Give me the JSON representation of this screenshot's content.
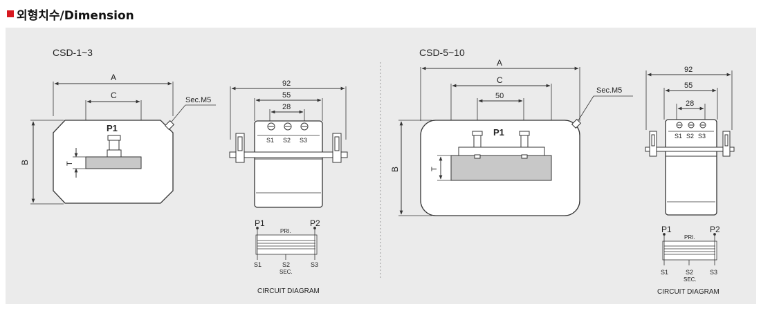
{
  "header": {
    "title": "외형치수/Dimension",
    "accent_color": "#d71920"
  },
  "left": {
    "model": "CSD-1~3",
    "dim_a": "A",
    "dim_b": "B",
    "dim_c": "C",
    "dim_t": "T",
    "terminal": "P1",
    "screw": "Sec.M5",
    "side_w1": "92",
    "side_w2": "55",
    "side_w3": "28",
    "s1": "S1",
    "s2": "S2",
    "s3": "S3",
    "circuit": {
      "p1": "P1",
      "p2": "P2",
      "pri": "PRI.",
      "s1": "S1",
      "s2": "S2",
      "s3": "S3",
      "sec": "SEC.",
      "caption": "CIRCUIT DIAGRAM"
    }
  },
  "right": {
    "model": "CSD-5~10",
    "dim_a": "A",
    "dim_b": "B",
    "dim_c": "C",
    "dim_50": "50",
    "dim_t": "T",
    "terminal": "P1",
    "screw": "Sec.M5",
    "side_w1": "92",
    "side_w2": "55",
    "side_w3": "28",
    "s1": "S1",
    "s2": "S2",
    "s3": "S3",
    "circuit": {
      "p1": "P1",
      "p2": "P2",
      "pri": "PRI.",
      "s1": "S1",
      "s2": "S2",
      "s3": "S3",
      "sec": "SEC.",
      "caption": "CIRCUIT DIAGRAM"
    }
  }
}
